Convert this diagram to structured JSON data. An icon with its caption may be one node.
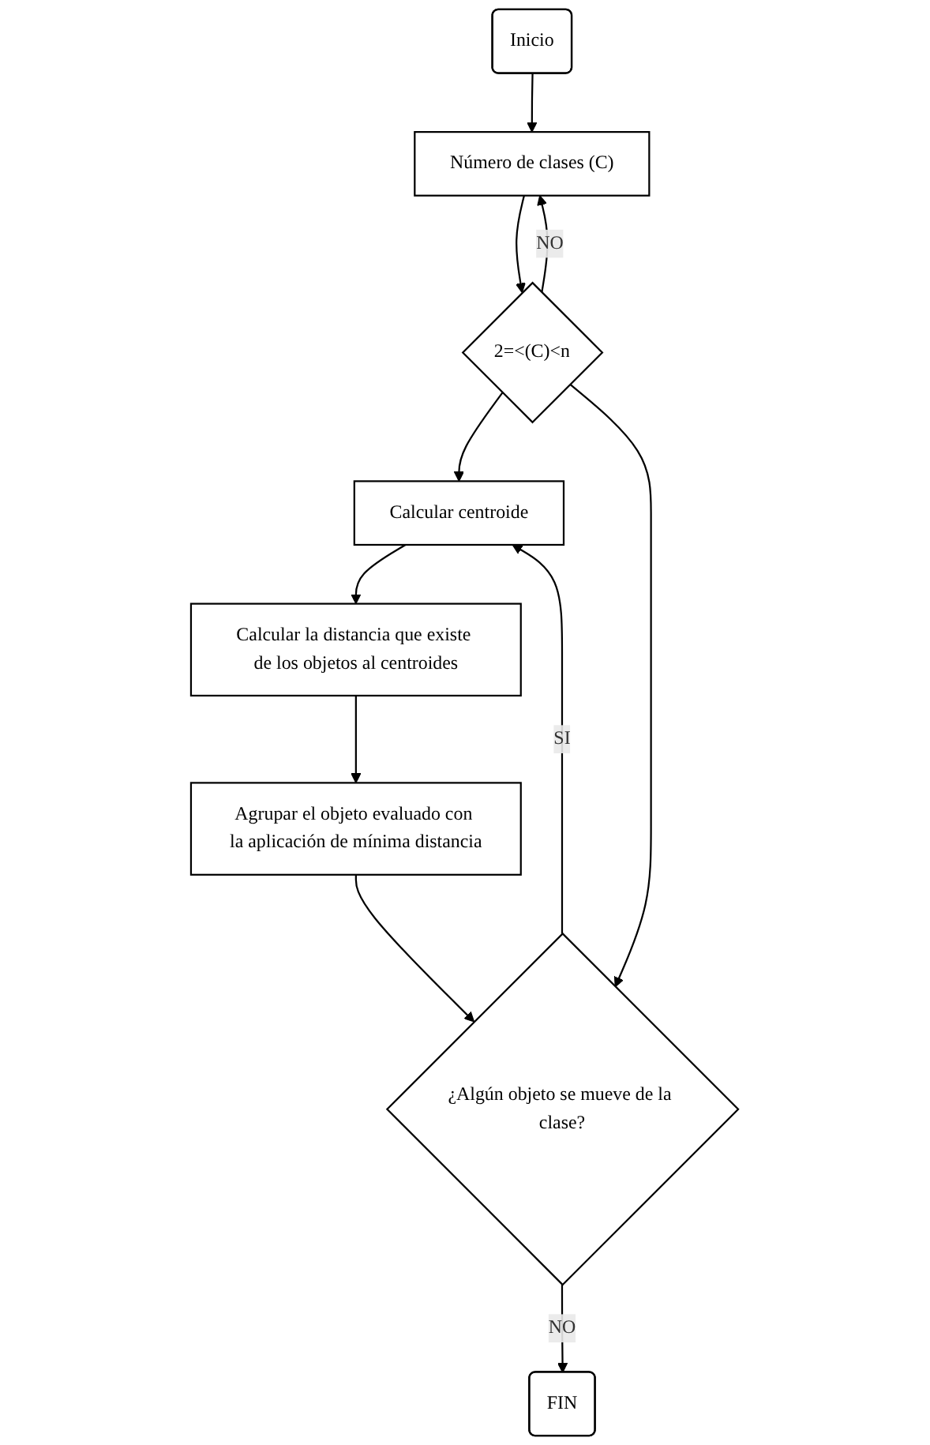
{
  "diagram": {
    "nodes": [
      {
        "text": [
          "Inicio"
        ]
      },
      {
        "text": [
          "Número de clases (C)"
        ]
      },
      {
        "text": [
          "2=<(C)<n"
        ]
      },
      {
        "text": [
          "Calcular centroide"
        ]
      },
      {
        "text": [
          "Calcular la distancia que existe de los objetos al centroides"
        ]
      },
      {
        "text": [
          "Agrupar el objeto evaluado con la aplicación de mínima distancia"
        ]
      },
      {
        "text": [
          "¿Algún objeto se mueve de la clase?"
        ]
      },
      {
        "text": [
          "FIN"
        ]
      }
    ],
    "edges": [
      {
        "from": 0,
        "to": 1,
        "arrow": "to"
      },
      {
        "from": 1,
        "to": 2,
        "arrow": "to"
      },
      {
        "from": 2,
        "to": 1,
        "arrow": "to",
        "label": "NO"
      },
      {
        "from": 2,
        "to": 3,
        "arrow": "to"
      },
      {
        "from": 3,
        "to": 4,
        "arrow": "to"
      },
      {
        "from": 4,
        "to": 5,
        "arrow": "to"
      },
      {
        "from": 5,
        "to": 6,
        "arrow": "to"
      },
      {
        "from": 6,
        "to": 3,
        "arrow": "to",
        "label": "SI"
      },
      {
        "from": 6,
        "to": 7,
        "arrow": "to",
        "label": "NO"
      },
      {
        "from": 2,
        "to": 6,
        "arrow": "to"
      }
    ]
  }
}
